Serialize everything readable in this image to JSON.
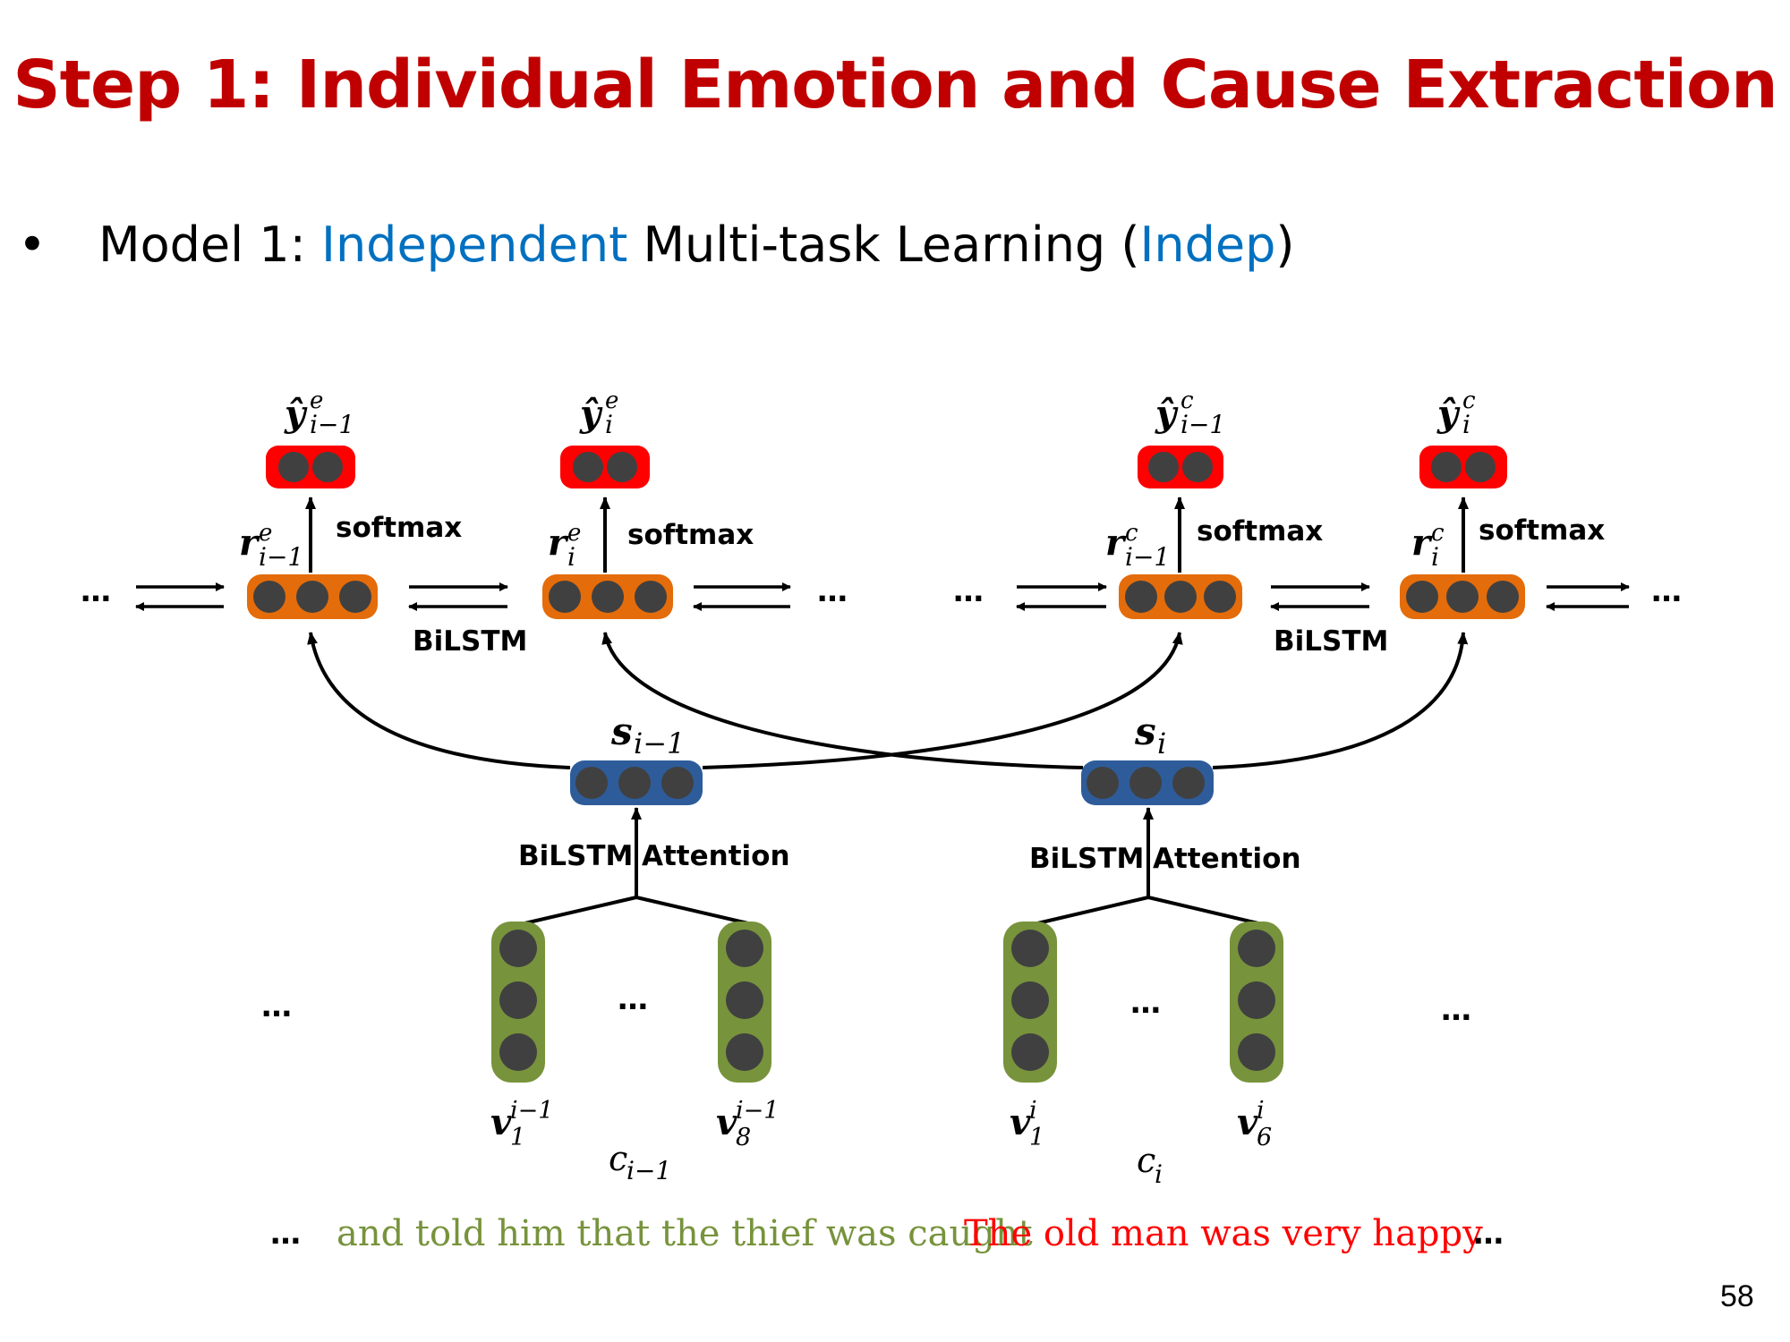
{
  "slide": {
    "title": "Step 1:  Individual Emotion and Cause Extraction",
    "bullet": "•",
    "model_prefix": "Model 1: ",
    "model_name": "Independent",
    "model_middle": " Multi-task Learning (",
    "model_abbrev": "Indep",
    "model_suffix": ")",
    "page_number": "58"
  },
  "colors": {
    "title": "#c00000",
    "accent_blue": "#0070c0",
    "output_red": "#ff0000",
    "bilstm_orange": "#e46c0a",
    "clause_blue": "#2e5c9a",
    "word_green": "#77933c",
    "node_dark": "#404040",
    "cause_text_green": "#77933c",
    "emotion_text_red": "#ff0000"
  },
  "diagram": {
    "softmax": "softmax",
    "bilstm": "BiLSTM",
    "attention": "Attention",
    "ellipsis": "…",
    "outputs": [
      {
        "base": "ŷ",
        "sup": "e",
        "sub": "i−1"
      },
      {
        "base": "ŷ",
        "sup": "e",
        "sub": "i"
      },
      {
        "base": "ŷ",
        "sup": "c",
        "sub": "i−1"
      },
      {
        "base": "ŷ",
        "sup": "c",
        "sub": "i"
      }
    ],
    "representations": [
      {
        "base": "r",
        "sup": "e",
        "sub": "i−1"
      },
      {
        "base": "r",
        "sup": "e",
        "sub": "i"
      },
      {
        "base": "r",
        "sup": "c",
        "sub": "i−1"
      },
      {
        "base": "r",
        "sup": "c",
        "sub": "i"
      }
    ],
    "clauses": [
      {
        "base": "s",
        "sub": "i−1"
      },
      {
        "base": "s",
        "sub": "i"
      }
    ],
    "words": [
      {
        "base": "v",
        "sub": "1",
        "sup": "i−1"
      },
      {
        "base": "v",
        "sub": "8",
        "sup": "i−1"
      },
      {
        "base": "v",
        "sub": "1",
        "sup": "i"
      },
      {
        "base": "v",
        "sub": "6",
        "sup": "i"
      }
    ],
    "clause_labels": [
      {
        "base": "c",
        "sub": "i−1"
      },
      {
        "base": "c",
        "sub": "i"
      }
    ]
  },
  "sentence": {
    "lead": "…",
    "cause_clause": "and told him that the thief was caught",
    "emotion_clause": "The old man was very happy",
    "trail": "…"
  }
}
